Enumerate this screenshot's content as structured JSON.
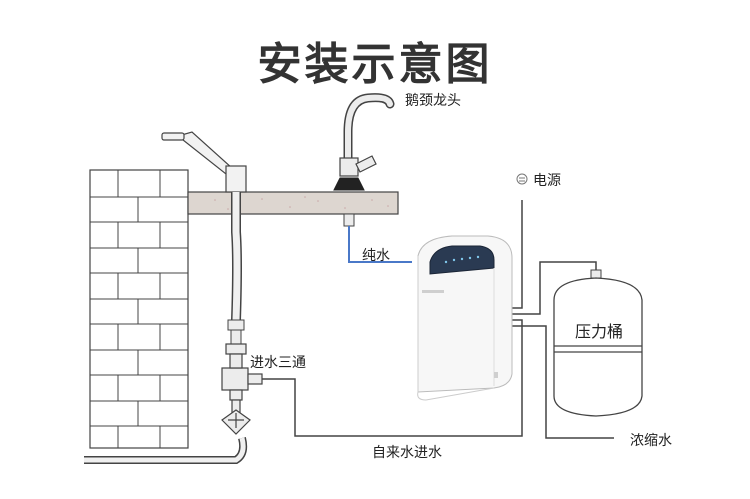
{
  "title": "安装示意图",
  "labels": {
    "gooseneck_faucet": "鹅颈龙头",
    "power": "电源",
    "pure_water": "纯水",
    "inlet_tee": "进水三通",
    "pressure_tank": "压力桶",
    "tap_water_inlet": "自来水进水",
    "concentrate_water": "浓缩水"
  },
  "colors": {
    "pipe": "#555555",
    "pure_water_line": "#4a78c8",
    "brick": "#ffffff",
    "brick_line": "#444444",
    "counter": "#d9d2cc",
    "device_display": "#2a3a52"
  }
}
